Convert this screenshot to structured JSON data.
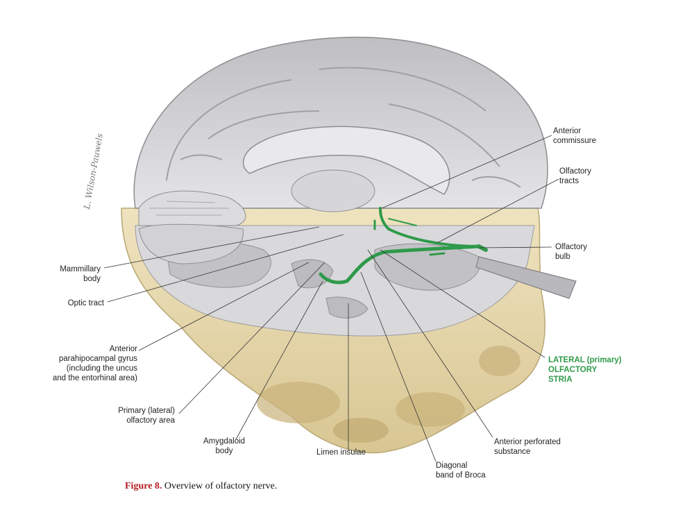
{
  "labels": {
    "anterior_commissure": "Anterior\ncommissure",
    "olfactory_tracts": "Olfactory\ntracts",
    "olfactory_bulb": "Olfactory\nbulb",
    "lateral_stria": "LATERAL (primary)\nOLFACTORY\nSTRIA",
    "mammillary_body": "Mammillary\nbody",
    "optic_tract": "Optic tract",
    "anterior_parahippocampal": "Anterior\nparahipocampal gyrus\n(including the uncus\nand the entorhinal area)",
    "primary_olfactory_area": "Primary (lateral)\nolfactory area",
    "amygdaloid_body": "Amygdaloid\nbody",
    "limen_insulae": "Limen insulae",
    "diagonal_band": "Diagonal\nband of Broca",
    "anterior_perforated": "Anterior perforated\nsubstance"
  },
  "signature": "L. Wilson-Pauwels",
  "caption": {
    "figure_number": "Figure 8.",
    "text": " Overview of olfactory nerve."
  },
  "colors": {
    "olfactory_green": "#2f9a4a",
    "brain_grey": "#cfcfd1",
    "skull_bone": "#e6d8ae",
    "caption_red": "#b51c24"
  }
}
